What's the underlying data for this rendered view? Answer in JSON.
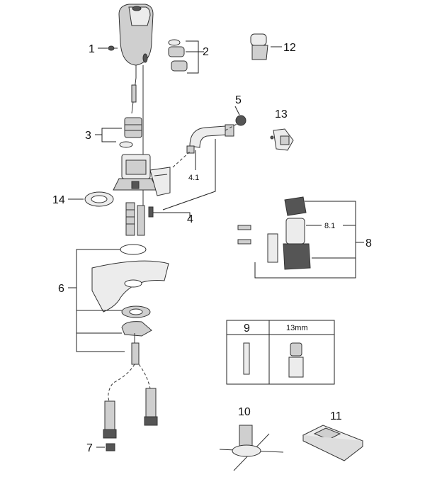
{
  "callouts": {
    "c1": "1",
    "c2": "2",
    "c3": "3",
    "c4": "4",
    "c4_1": "4.1",
    "c5": "5",
    "c6": "6",
    "c7": "7",
    "c8": "8",
    "c8_1": "8.1",
    "c9": "9",
    "c10": "10",
    "c11": "11",
    "c12": "12",
    "c13": "13",
    "c14": "14"
  },
  "tool_box": {
    "size_label": "13mm"
  }
}
